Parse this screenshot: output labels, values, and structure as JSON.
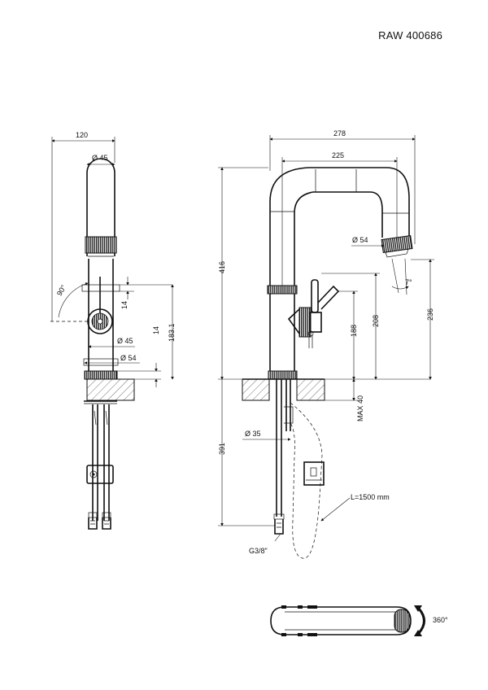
{
  "model_code": "RAW 400686",
  "side_view": {
    "width": "120",
    "spout_dia": "Ø 45",
    "handle_angle": "90°",
    "lever_dim": "14",
    "body_dia": "Ø 45",
    "base_dia": "Ø 54",
    "base_dim": "14",
    "height_dim": "183.1"
  },
  "front_view": {
    "overall_width": "278",
    "spout_reach": "225",
    "aerator_dia": "Ø 54",
    "tilt_angle": "7°",
    "overall_height": "416",
    "lever_height": "188",
    "handle_height": "208",
    "spout_height": "236",
    "deck_max": "MAX 40",
    "hose_dia": "Ø 35",
    "below_deck": "391",
    "connection": "G3/8\"",
    "hose_length": "L=1500 mm"
  },
  "top_view": {
    "rotation": "360°"
  }
}
